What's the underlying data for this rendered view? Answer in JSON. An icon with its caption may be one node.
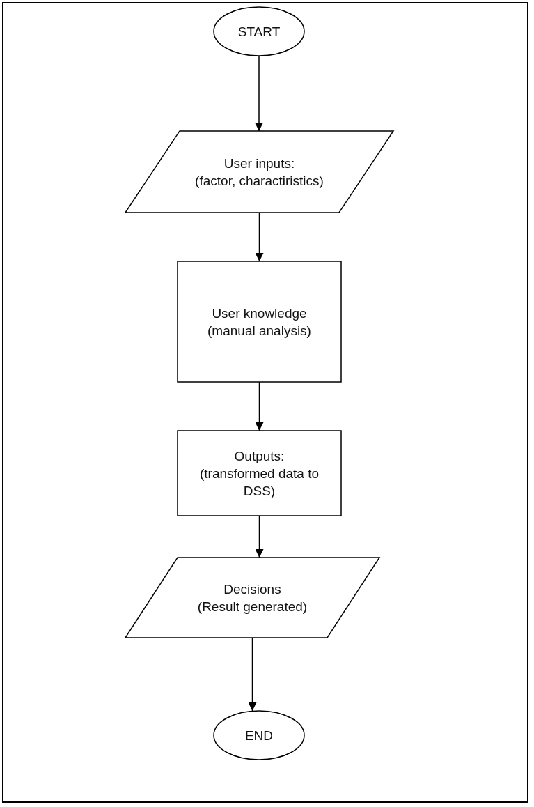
{
  "diagram": {
    "nodes": [
      {
        "text": [
          "START"
        ]
      },
      {
        "text": [
          "User inputs:",
          "(factor, charactiristics)"
        ]
      },
      {
        "text": [
          "User knowledge",
          "(manual analysis)"
        ]
      },
      {
        "text": [
          "Outputs:",
          "(transformed data to DSS)"
        ]
      },
      {
        "text": [
          "Decisions",
          "(Result generated)"
        ]
      },
      {
        "text": [
          "END"
        ]
      }
    ],
    "edges": [
      {
        "from": 0,
        "to": 1,
        "arrow": "to"
      },
      {
        "from": 1,
        "to": 2,
        "arrow": "to"
      },
      {
        "from": 2,
        "to": 3,
        "arrow": "to"
      },
      {
        "from": 3,
        "to": 4,
        "arrow": "to"
      },
      {
        "from": 4,
        "to": 5,
        "arrow": "to"
      }
    ]
  }
}
